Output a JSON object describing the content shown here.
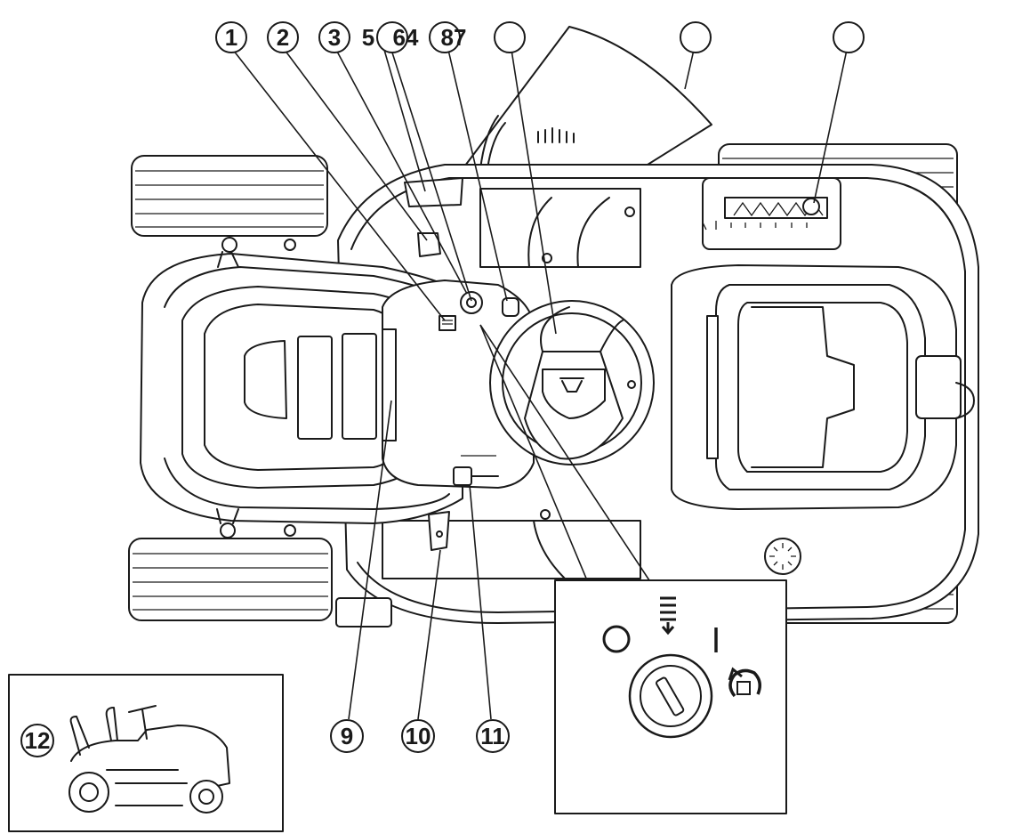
{
  "callouts": {
    "c1": "1",
    "c2": "2",
    "c3": "3",
    "c5": "5",
    "c64": "64",
    "c87": "87",
    "c9": "9",
    "c10": "10",
    "c11": "11",
    "c12": "12"
  },
  "icons": {
    "mower": "riding-mower-top-view",
    "ignition": "ignition-key-switch",
    "side_view": "riding-mower-side-view",
    "off_symbol": "circle-off-symbol",
    "on_symbol": "vertical-bar-on-symbol",
    "choke_symbol": "choke-symbol",
    "start_symbol": "engine-start-symbol"
  },
  "colors": {
    "line": "#1a1a1a",
    "background": "#ffffff"
  }
}
